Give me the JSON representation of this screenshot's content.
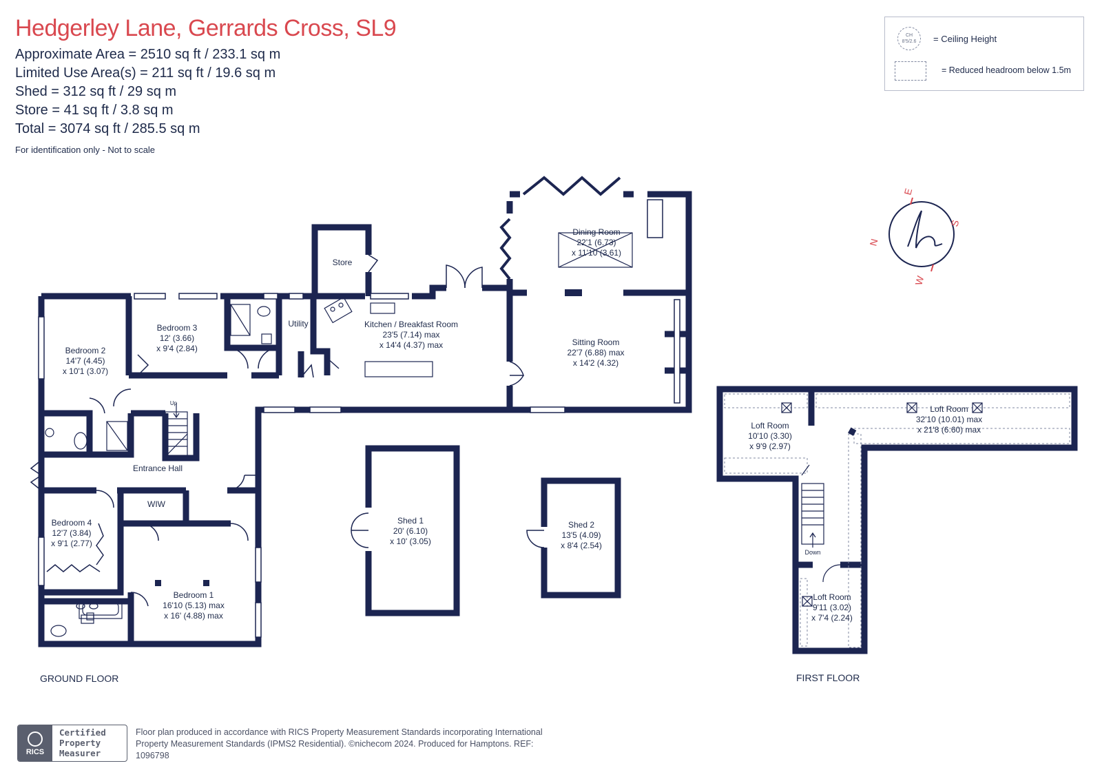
{
  "header": {
    "title": "Hedgerley Lane, Gerrards Cross, SL9",
    "areas": [
      "Approximate Area = 2510  sq ft / 233.1  sq m",
      "Limited Use Area(s) = 211  sq ft / 19.6  sq m",
      "Shed = 312 sq ft / 29  sq m",
      "Store = 41 sq ft / 3.8  sq m",
      "Total = 3074 sq ft / 285.5 sq m"
    ],
    "note": "For identification only - Not to scale"
  },
  "legend": {
    "ceiling_icon_text": "CH 8'5/2.6",
    "ceiling_label": "= Ceiling Height",
    "headroom_label": "= Reduced headroom below 1.5m"
  },
  "compass": {
    "n": "N",
    "e": "E",
    "s": "S",
    "w": "W"
  },
  "ground_floor": {
    "label": "GROUND FLOOR",
    "rooms": {
      "dining": {
        "name": "Dining Room",
        "dim1": "22'1 (6.73)",
        "dim2": "x 11'10 (3.61)"
      },
      "store": {
        "name": "Store"
      },
      "kitchen": {
        "name": "Kitchen / Breakfast Room",
        "dim1": "23'5 (7.14) max",
        "dim2": "x 14'4 (4.37) max"
      },
      "sitting": {
        "name": "Sitting Room",
        "dim1": "22'7 (6.88) max",
        "dim2": "x 14'2 (4.32)"
      },
      "bedroom2": {
        "name": "Bedroom 2",
        "dim1": "14'7 (4.45)",
        "dim2": "x 10'1 (3.07)"
      },
      "bedroom3": {
        "name": "Bedroom 3",
        "dim1": "12' (3.66)",
        "dim2": "x 9'4 (2.84)"
      },
      "utility": {
        "name": "Utility"
      },
      "up": "Up",
      "entrance": {
        "name": "Entrance Hall"
      },
      "wiw": {
        "name": "WIW"
      },
      "bedroom4": {
        "name": "Bedroom 4",
        "dim1": "12'7 (3.84)",
        "dim2": "x 9'1 (2.77)"
      },
      "bedroom1": {
        "name": "Bedroom 1",
        "dim1": "16'10 (5.13) max",
        "dim2": "x 16' (4.88) max"
      },
      "shed1": {
        "name": "Shed 1",
        "dim1": "20' (6.10)",
        "dim2": "x 10' (3.05)"
      },
      "shed2": {
        "name": "Shed 2",
        "dim1": "13'5 (4.09)",
        "dim2": "x 8'4 (2.54)"
      }
    }
  },
  "first_floor": {
    "label": "FIRST FLOOR",
    "rooms": {
      "loft1": {
        "name": "Loft Room",
        "dim1": "10'10 (3.30)",
        "dim2": "x 9'9 (2.97)"
      },
      "loft2": {
        "name": "Loft Room",
        "dim1": "32'10 (10.01) max",
        "dim2": "x 21'8 (6.60) max"
      },
      "loft3": {
        "name": "Loft Room",
        "dim1": "9'11 (3.02)",
        "dim2": "x 7'4 (2.24)"
      },
      "down": "Down"
    }
  },
  "footer": {
    "badge_top": "RICS",
    "badge_lines": [
      "Certified",
      "Property",
      "Measurer"
    ],
    "text": "Floor plan produced in accordance with RICS Property Measurement Standards incorporating International Property Measurement Standards (IPMS2 Residential).  ©nichecom 2024.   Produced for Hamptons.  REF:  1096798"
  },
  "colors": {
    "wall": "#1c2551",
    "title": "#d9484f",
    "text": "#1e2a4a"
  }
}
